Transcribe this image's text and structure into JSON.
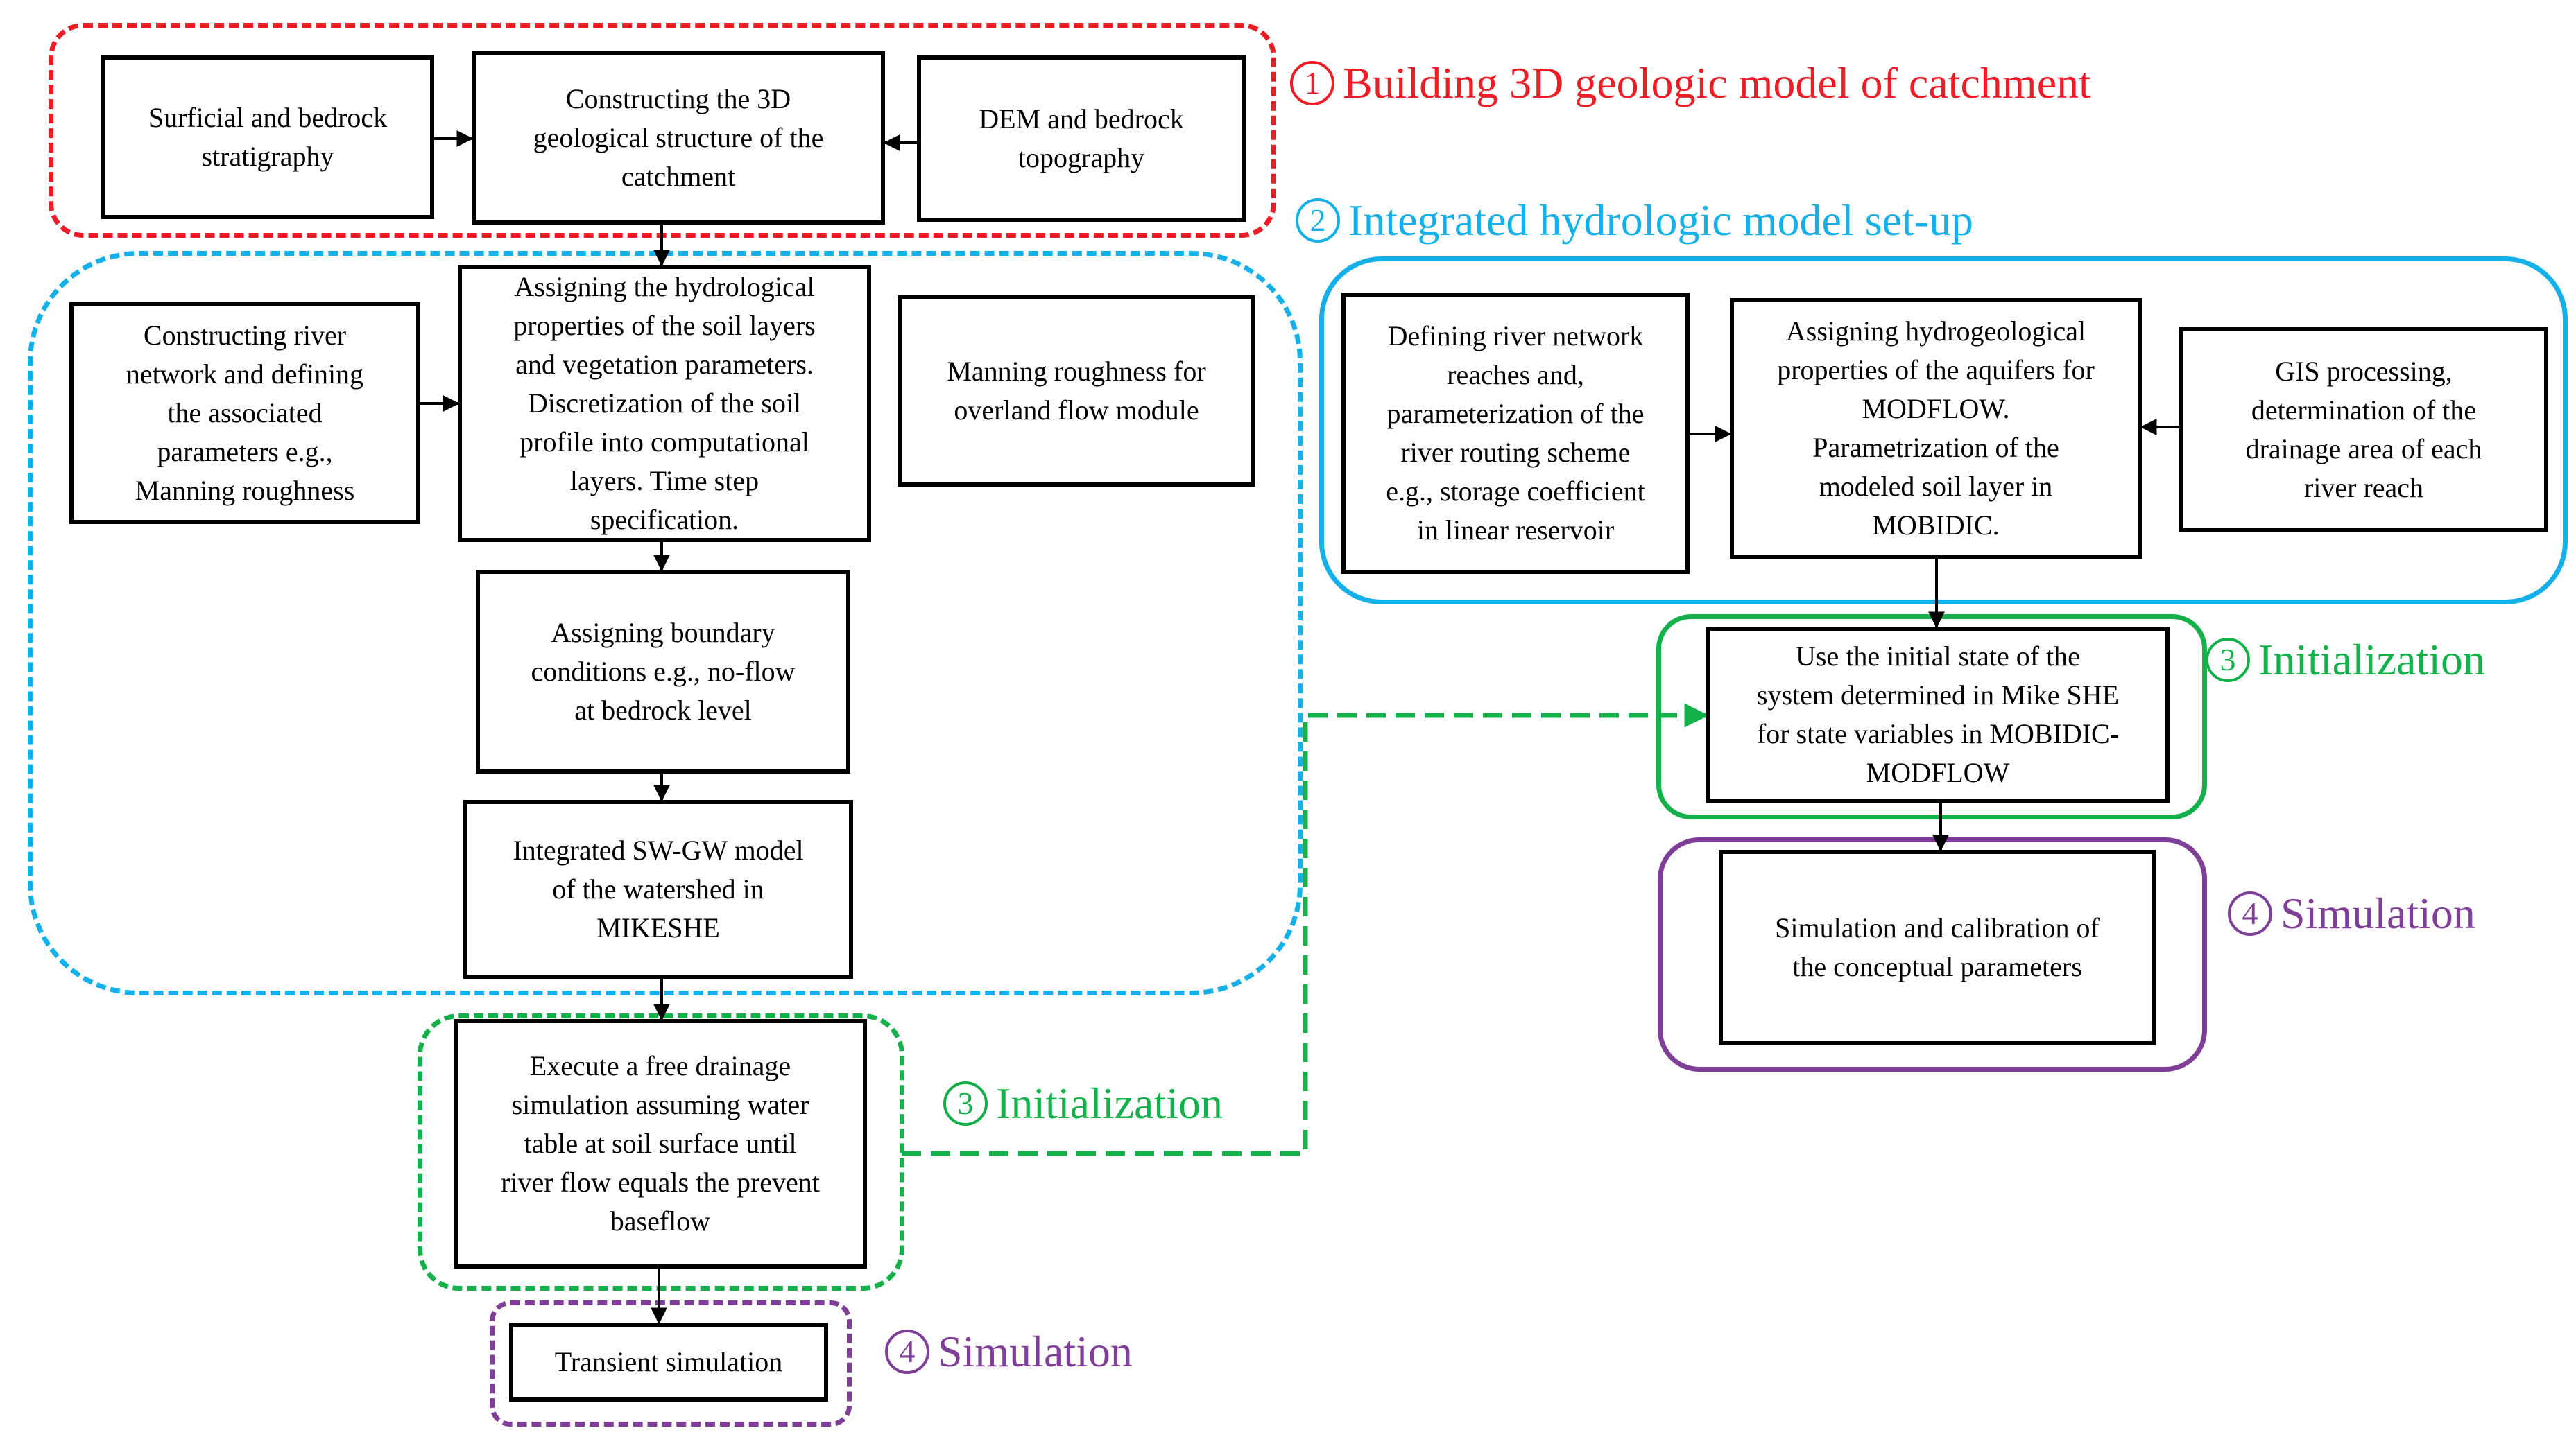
{
  "colors": {
    "stage1": "#ee1c25",
    "stage2": "#13b0ea",
    "stage3": "#14b14b",
    "stage4": "#7f3f98",
    "line": "#000000"
  },
  "labels": {
    "stage1": {
      "num": "1",
      "text": "Building 3D geologic model of catchment"
    },
    "stage2": {
      "num": "2",
      "text": "Integrated hydrologic model set-up"
    },
    "stage3_left": {
      "num": "3",
      "text": "Initialization"
    },
    "stage4_left": {
      "num": "4",
      "text": "Simulation"
    },
    "stage3_right": {
      "num": "3",
      "text": "Initialization"
    },
    "stage4_right": {
      "num": "4",
      "text": "Simulation"
    }
  },
  "boxes": {
    "surficial": "Surficial and bedrock\nstratigraphy",
    "constructing_3d": "Constructing the 3D\ngeological structure of the\ncatchment",
    "dem": "DEM and bedrock\ntopography",
    "river_network": "Constructing river\nnetwork and defining\nthe associated\nparameters e.g.,\nManning roughness",
    "hydro_props": "Assigning the hydrological\nproperties of the soil layers\nand vegetation parameters.\nDiscretization of the soil\nprofile into computational\nlayers. Time step\nspecification.",
    "manning": "Manning roughness for\noverland flow module",
    "boundary": "Assigning boundary\nconditions e.g., no-flow\nat bedrock level",
    "integrated": "Integrated SW-GW model\nof the watershed in\nMIKESHE",
    "free_drainage": "Execute a free drainage\nsimulation assuming water\ntable at soil surface until\nriver flow equals the prevent\nbaseflow",
    "transient": "Transient simulation",
    "defining_river": "Defining river network\nreaches and,\nparameterization of the\nriver routing scheme\ne.g., storage coefficient\nin linear reservoir",
    "hydrogeo_props": "Assigning hydrogeological\nproperties of the aquifers for\nMODFLOW.\nParametrization of the\nmodeled soil layer in\nMOBIDIC.",
    "gis": "GIS processing,\ndetermination of the\ndrainage area of each\nriver reach",
    "initial_state": "Use the initial state of the\nsystem determined in Mike SHE\nfor state variables in MOBIDIC-\nMODFLOW",
    "simulation_calib": "Simulation and calibration of\nthe conceptual parameters"
  }
}
